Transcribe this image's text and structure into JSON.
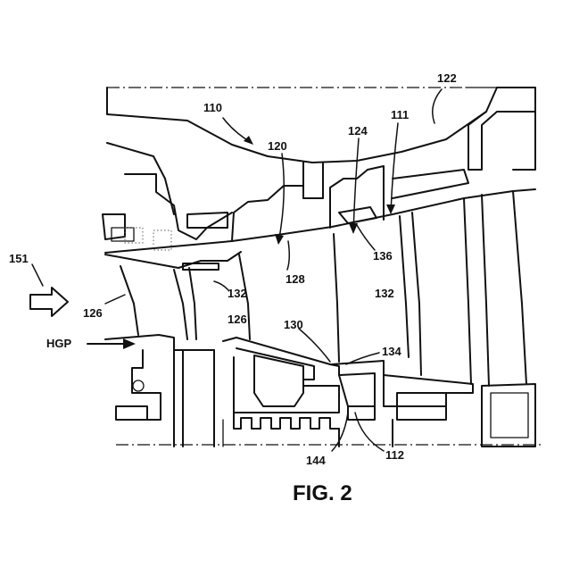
{
  "figure": {
    "caption": "FIG. 2",
    "flow_label": "HGP"
  },
  "labels": {
    "l110": "110",
    "l111": "111",
    "l112": "112",
    "l120": "120",
    "l122": "122",
    "l124": "124",
    "l126a": "126",
    "l126b": "126",
    "l128": "128",
    "l130": "130",
    "l132a": "132",
    "l132b": "132",
    "l134": "134",
    "l136": "136",
    "l144": "144",
    "l151": "151"
  }
}
